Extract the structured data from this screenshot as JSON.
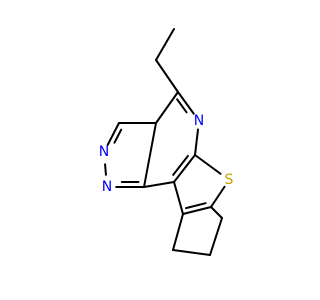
{
  "molecule": {
    "colors": {
      "bond": "#000000",
      "nitrogen": "#0000ff",
      "sulfur": "#c8a000"
    },
    "atoms": [
      {
        "id": "n-triazole-top",
        "label": "N",
        "element": "nitrogen"
      },
      {
        "id": "n-triazole-left",
        "label": "N",
        "element": "nitrogen"
      },
      {
        "id": "n-triazole-bottom",
        "label": "N",
        "element": "nitrogen"
      },
      {
        "id": "n-pyrimidine",
        "label": "N",
        "element": "nitrogen"
      },
      {
        "id": "s-thiophene",
        "label": "S",
        "element": "sulfur"
      }
    ]
  }
}
